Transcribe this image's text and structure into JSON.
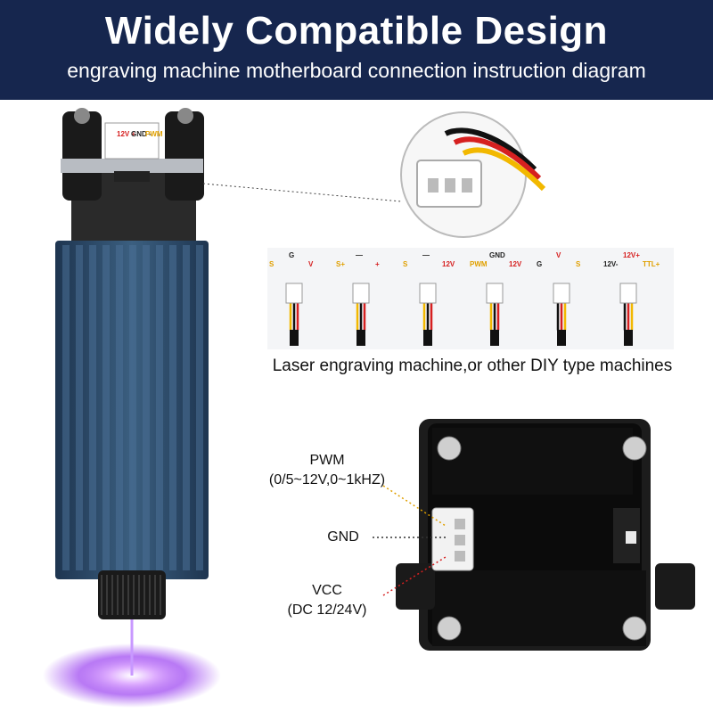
{
  "header": {
    "title": "Widely Compatible Design",
    "subtitle": "engraving machine motherboard connection instruction diagram"
  },
  "module_labels": [
    "12V +",
    "GND -",
    "PWM"
  ],
  "connector_row": {
    "caption": "Laser engraving machine,or other DIY type machines",
    "items": [
      {
        "labels": [
          "S",
          "G",
          "V"
        ],
        "label_colors": [
          "#e0a000",
          "#222222",
          "#d62020"
        ]
      },
      {
        "labels": [
          "S+",
          "—",
          "+"
        ],
        "label_colors": [
          "#e0a000",
          "#222222",
          "#d62020"
        ]
      },
      {
        "labels": [
          "S",
          "—",
          "12V"
        ],
        "label_colors": [
          "#e0a000",
          "#222222",
          "#d62020"
        ]
      },
      {
        "labels": [
          "PWM",
          "GND",
          "12V"
        ],
        "label_colors": [
          "#e0a000",
          "#222222",
          "#d62020"
        ]
      },
      {
        "labels": [
          "G",
          "V",
          "S"
        ],
        "label_colors": [
          "#222222",
          "#d62020",
          "#e0a000"
        ]
      },
      {
        "labels": [
          "12V-",
          "12V+",
          "TTL+"
        ],
        "label_colors": [
          "#222222",
          "#d62020",
          "#e0a000"
        ]
      }
    ]
  },
  "pins": {
    "pwm": {
      "name": "PWM",
      "spec": "(0/5~12V,0~1kHZ)"
    },
    "gnd": {
      "name": "GND"
    },
    "vcc": {
      "name": "VCC",
      "spec": "(DC  12/24V)"
    }
  },
  "colors": {
    "banner": "#16264e",
    "heatsink": "#2e4a66",
    "wire_red": "#d62020",
    "wire_yellow": "#f2b800",
    "wire_black": "#111111",
    "laser_glow": "#b060ff"
  }
}
